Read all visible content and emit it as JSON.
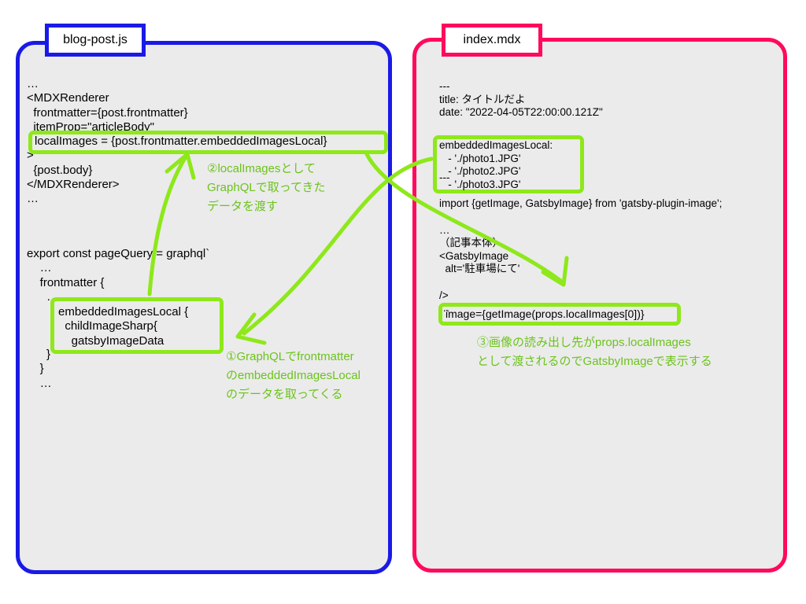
{
  "left_panel": {
    "filename": "blog-post.js",
    "code_top": "…\n<MDXRenderer\n  frontmatter={post.frontmatter}\n  itemProp=\"articleBody\"\n\n>\n  {post.body}\n</MDXRenderer>\n…",
    "highlight_local_images": "localImages = {post.frontmatter.embeddedImagesLocal}",
    "code_bottom": "export const pageQuery = graphql`\n    …\n    frontmatter {\n      …\n\n\n\n      }\n    }\n    …",
    "highlight_query": "embeddedImagesLocal {\n  childImageSharp{\n    gatsbyImageData"
  },
  "right_panel": {
    "filename": "index.mdx",
    "code": "---\ntitle: タイトルだよ\ndate: \"2022-04-05T22:00:00.121Z\"\n\n\n\n\n---\n\nimport {getImage, GatsbyImage} from 'gatsby-plugin-image';\n\n…\n（記事本体）\n<GatsbyImage\n  alt='駐車場にて'\n\n/>\n…",
    "highlight_frontmatter": "embeddedImagesLocal:\n   - './photo1.JPG'\n   - './photo2.JPG'\n   - './photo3.JPG'",
    "highlight_image_prop": "image={getImage(props.localImages[0])}"
  },
  "annotations": {
    "step1": "①GraphQLでfrontmatter\nのembeddedImagesLocal\nのデータを取ってくる",
    "step2": "②localImagesとして\nGraphQLで取ってきた\nデータを渡す",
    "step3": "③画像の読み出し先がprops.localImages\nとして渡されるのでGatsbyImageで表示する"
  },
  "colors": {
    "left_border": "#1a1ae6",
    "right_border": "#ff0a5c",
    "highlight": "#8ee81a",
    "annotation_text": "#6cc31c",
    "panel_bg": "#ebebeb"
  }
}
